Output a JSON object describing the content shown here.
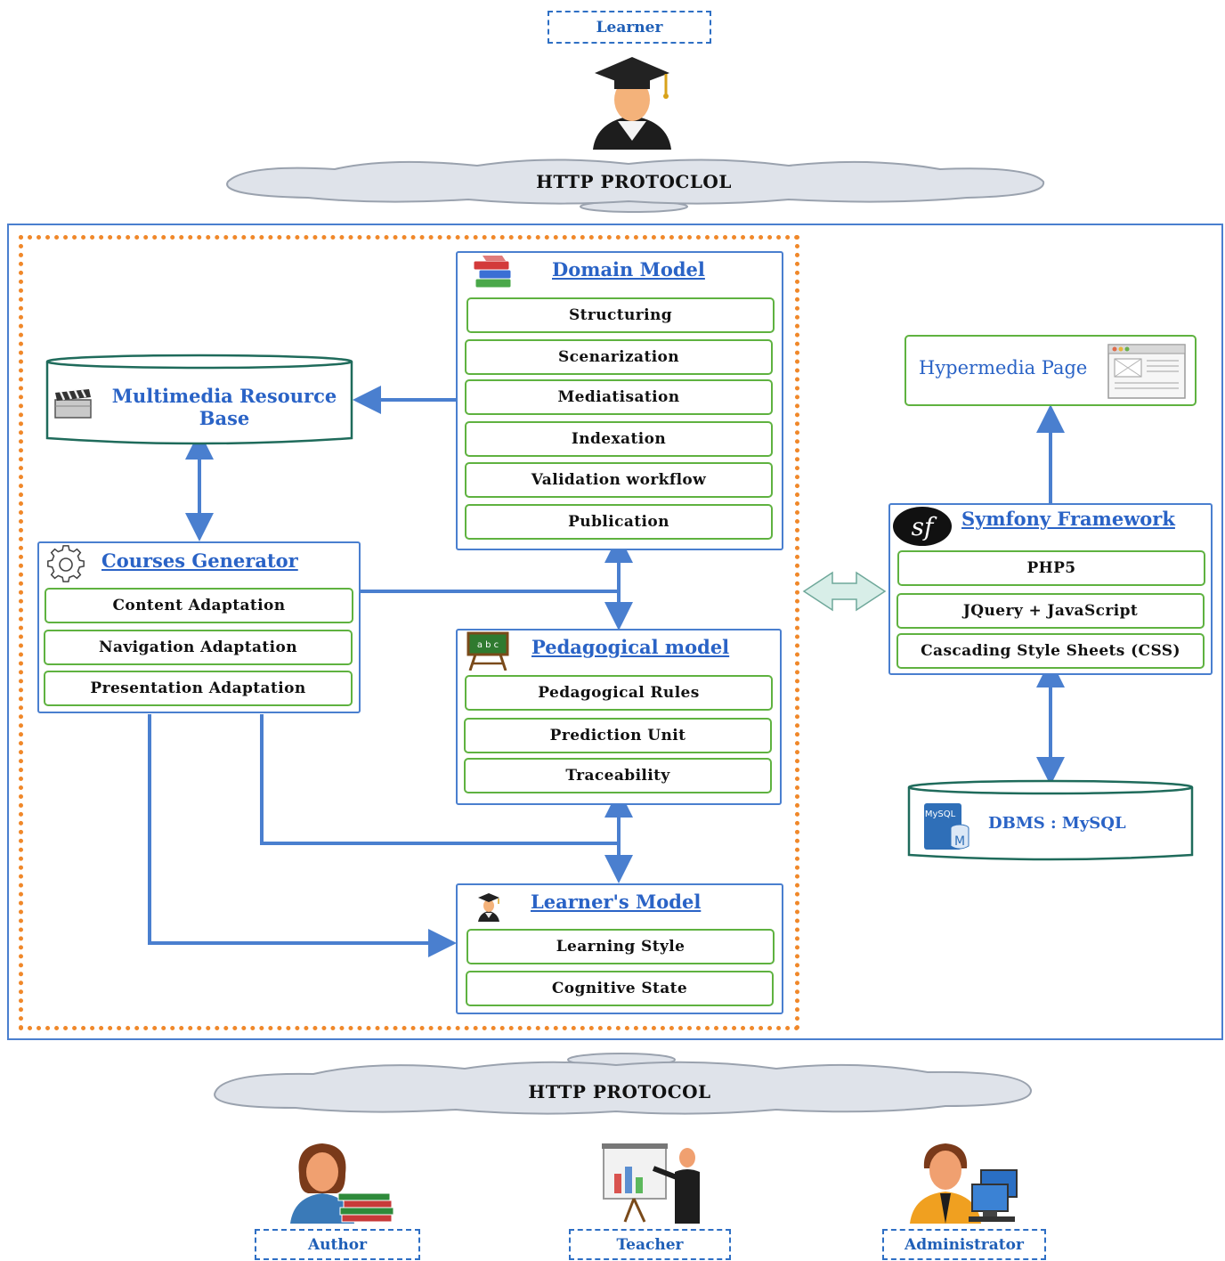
{
  "roles": {
    "learner": "Learner",
    "author": "Author",
    "teacher": "Teacher",
    "administrator": "Administrator"
  },
  "clouds": {
    "top": "HTTP PROTOCLOL",
    "bottom": "HTTP PROTOCOL"
  },
  "multimedia": {
    "title": "Multimedia Resource Base"
  },
  "domain_model": {
    "title": "Domain Model",
    "items": [
      "Structuring",
      "Scenarization",
      "Mediatisation",
      "Indexation",
      "Validation workflow",
      "Publication"
    ]
  },
  "courses_generator": {
    "title": "Courses Generator",
    "items": [
      "Content Adaptation",
      "Navigation  Adaptation",
      "Presentation Adaptation"
    ]
  },
  "pedagogical_model": {
    "title": "Pedagogical model",
    "icon_text": "a b c",
    "items": [
      "Pedagogical Rules",
      "Prediction Unit",
      "Traceability"
    ]
  },
  "learners_model": {
    "title": "Learner's Model",
    "items": [
      "Learning Style",
      "Cognitive State"
    ]
  },
  "hypermedia": {
    "title": "Hypermedia Page"
  },
  "symfony": {
    "title": "Symfony Framework",
    "logo_text": "sf",
    "items": [
      "PHP5",
      "JQuery + JavaScript",
      "Cascading Style Sheets (CSS)"
    ]
  },
  "dbms": {
    "title": "DBMS : MySQL",
    "icon_text": "MySQL",
    "icon_letter": "M"
  },
  "colors": {
    "arrow": "#4a7fcf",
    "green_border": "#5fb240",
    "orange_frame": "#f0882a",
    "title_blue": "#2a63c6"
  }
}
